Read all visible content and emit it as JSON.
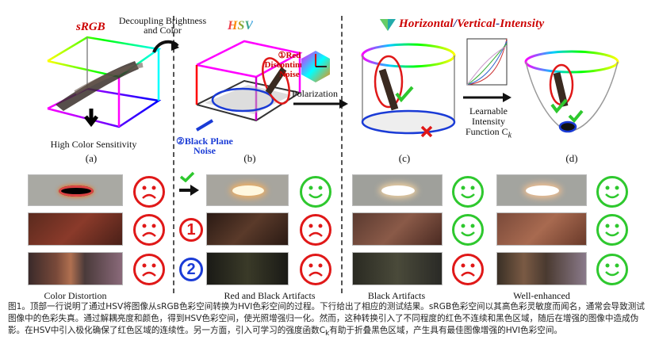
{
  "top": {
    "srgb_title": "sRGB",
    "decoupling_label": "Decoupling Brightness and Color",
    "hsv_title": "HSV",
    "red_noise": "①Red Discontinuity Noise",
    "black_noise": "②Black Plane Noise",
    "high_color": "High Color Sensitivity",
    "polarization": "Polarization",
    "hvi_title": {
      "h": "Horizontal",
      "sep1": "/",
      "v": "Vertical",
      "sep2": "-",
      "i": "Intensity"
    },
    "learnable": "Learnable Intensity Function C",
    "learnable_sub": "k",
    "panel_labels": [
      "(a)",
      "(b)",
      "(c)",
      "(d)"
    ]
  },
  "bottom": {
    "col_labels": [
      "Color Distortion",
      "Red and Black Artifacts",
      "Black Artifacts",
      "Well-enhanced"
    ],
    "num_labels": [
      "1",
      "2"
    ]
  },
  "caption": "图1。顶部一行说明了通过HSV将图像从sRGB色彩空间转换为HVI色彩空间的过程。下行给出了相应的测试结果。sRGB色彩空间以其高色彩灵敏度而闻名，通常会导致测试图像中的色彩失真。通过解耦亮度和颜色，得到HSV色彩空间，使光照增强归一化。然而，这种转换引入了不同程度的红色不连续和黑色区域，随后在增强的图像中造成伪影。在HSV中引入极化确保了红色区域的连续性。另一方面，引入可学习的强度函数C",
  "caption_sub": "k",
  "caption_end": "有助于折叠黑色区域，产生具有最佳图像增强的HVI色彩空间。",
  "colors": {
    "sad": "#e01818",
    "happy": "#2ec82e",
    "blue": "#1a3bd6"
  }
}
